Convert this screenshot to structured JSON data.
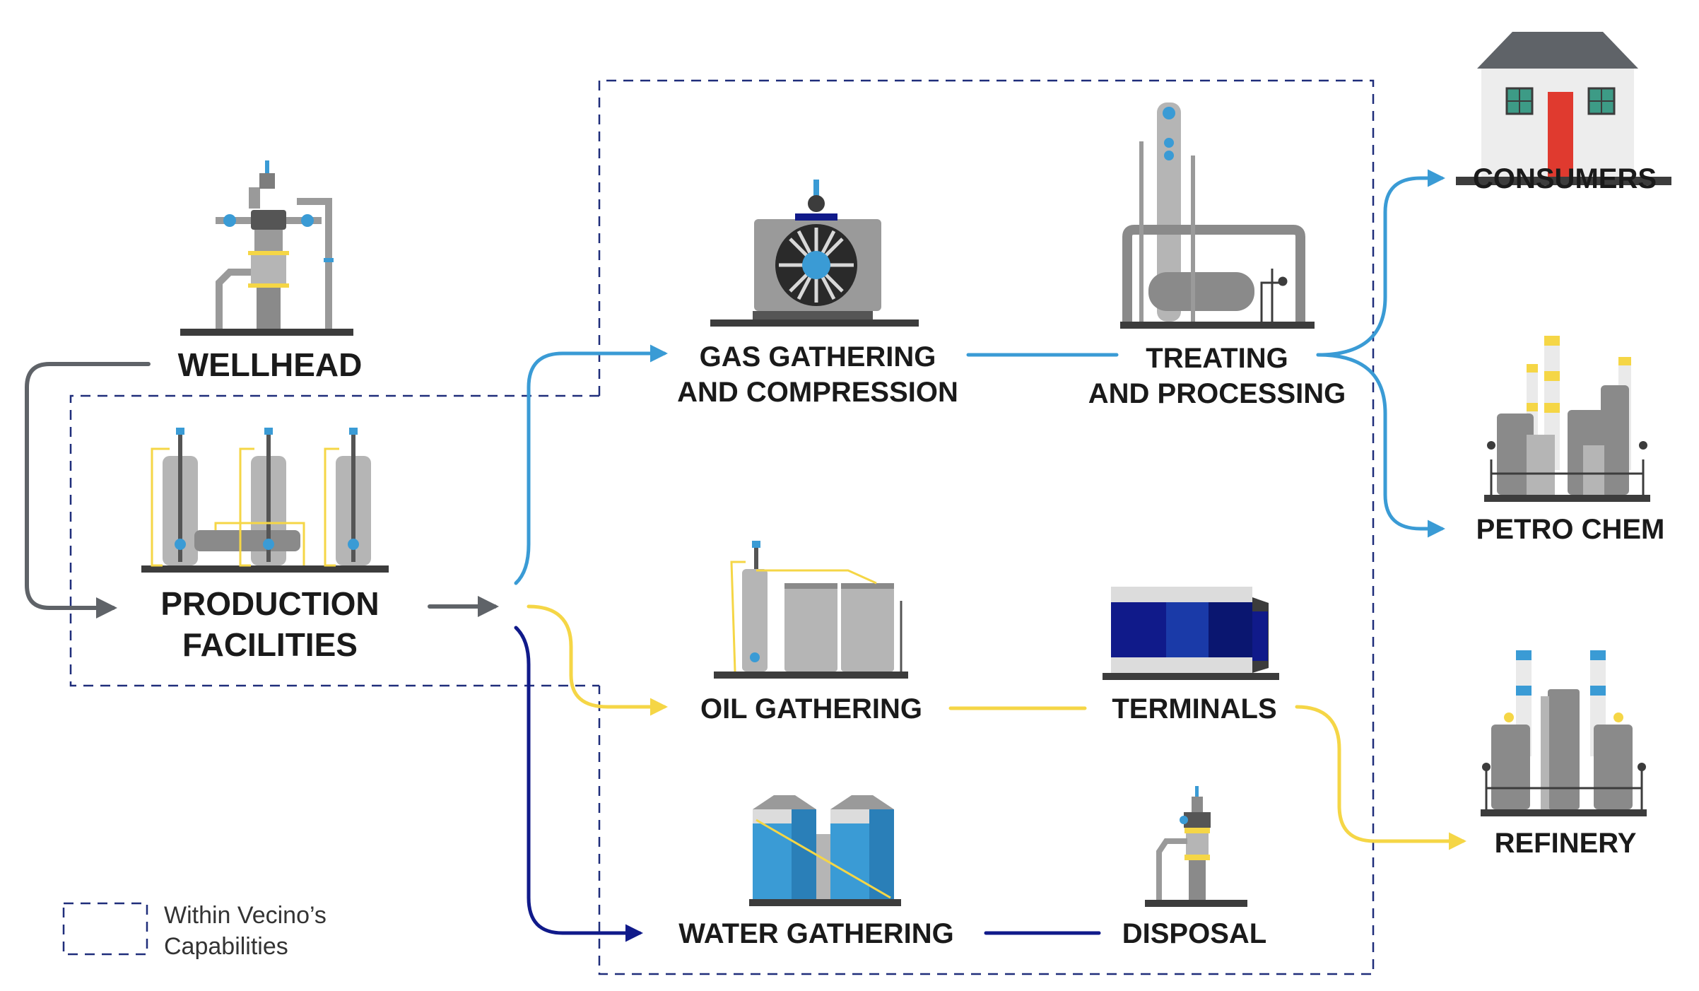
{
  "colors": {
    "gas": "#3a9bd5",
    "oil": "#f5d646",
    "water": "#101a8a",
    "wellhead_arrow": "#5f6368",
    "boundary": "#1f2d7a",
    "equipment_gray": "#9a9a9a",
    "equipment_dark": "#3c3c3c"
  },
  "nodes": {
    "wellhead": {
      "line1": "WELLHEAD"
    },
    "production": {
      "line1": "PRODUCTION",
      "line2": "FACILITIES"
    },
    "gas_gathering": {
      "line1": "GAS GATHERING",
      "line2": "AND COMPRESSION"
    },
    "treating": {
      "line1": "TREATING",
      "line2": "AND PROCESSING"
    },
    "consumers": {
      "line1": "CONSUMERS"
    },
    "petro_chem": {
      "line1": "PETRO CHEM"
    },
    "oil_gathering": {
      "line1": "OIL GATHERING"
    },
    "terminals": {
      "line1": "TERMINALS"
    },
    "refinery": {
      "line1": "REFINERY"
    },
    "water_gathering": {
      "line1": "WATER GATHERING"
    },
    "disposal": {
      "line1": "DISPOSAL"
    }
  },
  "legend": {
    "line1": "Within Vecino’s",
    "line2": "Capabilities"
  },
  "icons": {
    "wellhead": "wellhead-icon",
    "production": "production-facility-icon",
    "gas_gathering": "compressor-icon",
    "treating": "processing-tower-icon",
    "consumers": "house-icon",
    "petro_chem": "petrochemical-plant-icon",
    "oil_gathering": "oil-tanks-icon",
    "terminals": "terminal-tank-icon",
    "refinery": "refinery-icon",
    "water_gathering": "water-silos-icon",
    "disposal": "disposal-well-icon"
  }
}
